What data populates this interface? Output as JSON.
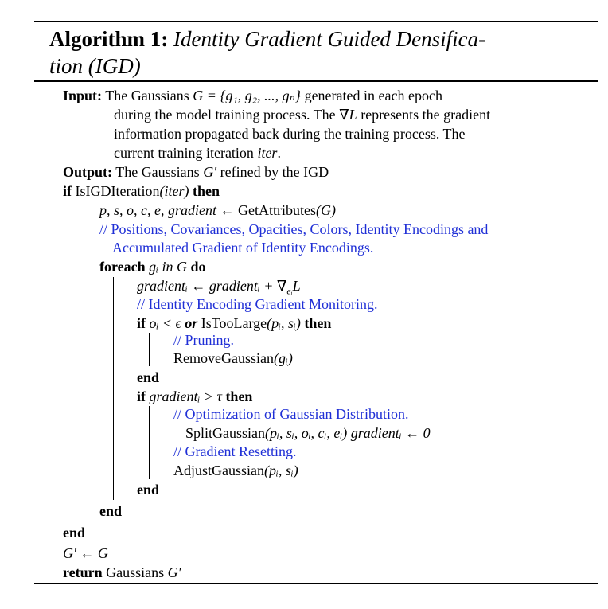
{
  "title": {
    "label": "Algorithm 1:",
    "name_line1": "Identity Gradient Guided Densifica-",
    "name_line2": "tion (IGD)"
  },
  "input": {
    "label": "Input:",
    "line1_a": "The Gaussians",
    "line1_math": "G = {g₁, g₂, ..., gₙ}",
    "line1_b": "generated in each epoch",
    "line2": "during the model training process. The",
    "line2_math": "∇L",
    "line2_b": "represents the gradient",
    "line3": "information propagated back during the training process. The",
    "line4": "current training iteration",
    "line4_math": "iter",
    "line4_end": "."
  },
  "output": {
    "label": "Output:",
    "text_a": "The Gaussians",
    "text_math": "G′",
    "text_b": "refined by the IGD"
  },
  "code": {
    "if1_kw": "if",
    "if1_fn": "IsIGDIteration",
    "if1_arg": "(iter)",
    "if1_then": "then",
    "assign_vars": "p, s, o, c, e, gradient ←",
    "assign_fn": "GetAttributes",
    "assign_arg": "(G)",
    "comment1_a": "// Positions, Covariances, Opacities, Colors, Identity Encodings and",
    "comment1_b": "Accumulated Gradient of Identity Encodings.",
    "foreach_kw": "foreach",
    "foreach_var": "gᵢ",
    "foreach_in": "in",
    "foreach_set": "G",
    "foreach_do": "do",
    "grad_update": "gradientᵢ ← gradientᵢ + ∇",
    "grad_sub": "eᵢ",
    "grad_L": "L",
    "comment2": "// Identity Encoding Gradient Monitoring.",
    "if2_kw": "if",
    "if2_cond": "oᵢ < ϵ",
    "if2_or": "or",
    "if2_fn": "IsTooLarge",
    "if2_arg": "(pᵢ, sᵢ)",
    "if2_then": "then",
    "comment3": "// Pruning.",
    "remove_fn": "RemoveGaussian",
    "remove_arg": "(gᵢ)",
    "end_kw": "end",
    "if3_kw": "if",
    "if3_cond": "gradientᵢ > τ",
    "if3_then": "then",
    "comment4": "// Optimization of Gaussian Distribution.",
    "split_fn": "SplitGaussian",
    "split_arg": "(pᵢ, sᵢ, oᵢ, cᵢ, eᵢ) gradientᵢ ← 0",
    "comment5": "// Gradient Resetting.",
    "adjust_fn": "AdjustGaussian",
    "adjust_arg": "(pᵢ, sᵢ)",
    "final_assign": "G′ ← G",
    "return_kw": "return",
    "return_text": "Gaussians",
    "return_math": "G′"
  },
  "colors": {
    "comment": "#1f2fd6",
    "text": "#000000"
  }
}
